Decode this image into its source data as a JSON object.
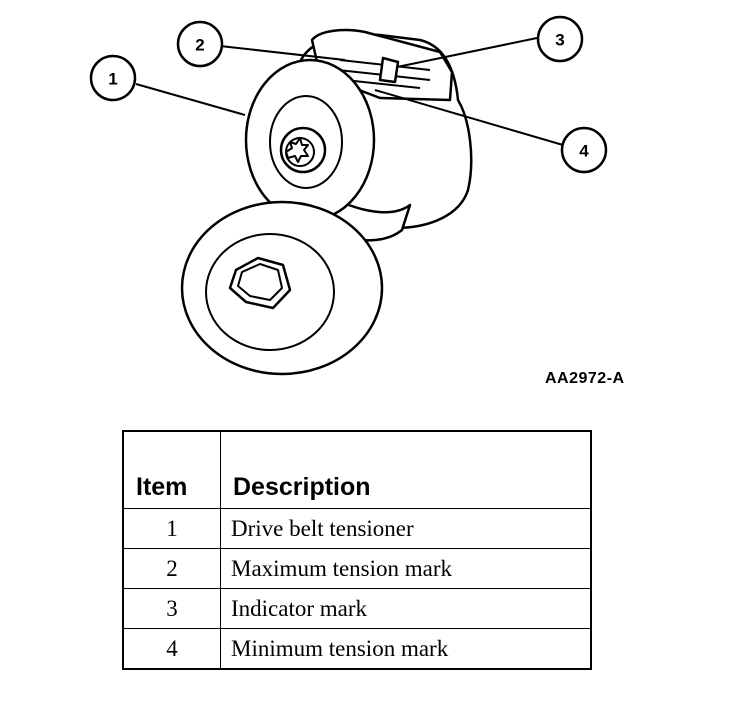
{
  "figure_id": "AA2972-A",
  "callouts": [
    "1",
    "2",
    "3",
    "4"
  ],
  "table": {
    "headers": {
      "item": "Item",
      "description": "Description"
    },
    "rows": [
      {
        "item": "1",
        "description": "Drive belt tensioner"
      },
      {
        "item": "2",
        "description": "Maximum tension mark"
      },
      {
        "item": "3",
        "description": "Indicator mark"
      },
      {
        "item": "4",
        "description": "Minimum tension mark"
      }
    ]
  }
}
